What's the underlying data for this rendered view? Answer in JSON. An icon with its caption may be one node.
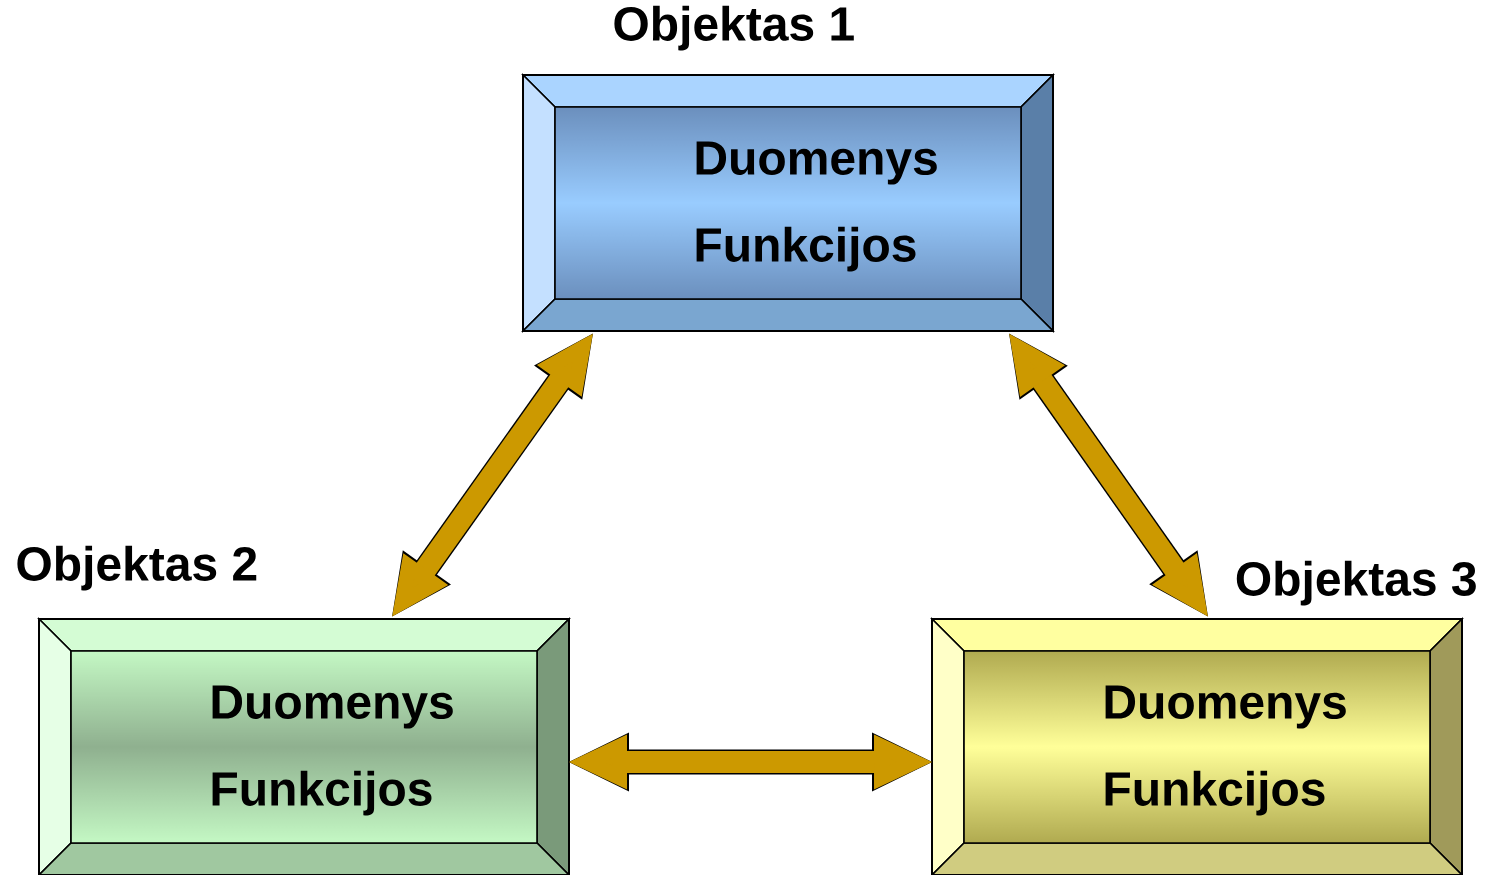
{
  "diagram": {
    "nodes": [
      {
        "text": [
          "Objektas 1",
          "Duomenys",
          "Funkcijos"
        ]
      },
      {
        "text": [
          "Objektas 2",
          "Duomenys",
          "Funkcijos"
        ]
      },
      {
        "text": [
          "Objektas 3",
          "Duomenys",
          "Funkcijos"
        ]
      }
    ],
    "edges": [
      {
        "from": 0,
        "to": 1,
        "arrow": "both"
      },
      {
        "from": 0,
        "to": 2,
        "arrow": "both"
      },
      {
        "from": 1,
        "to": 2,
        "arrow": "both"
      }
    ]
  }
}
